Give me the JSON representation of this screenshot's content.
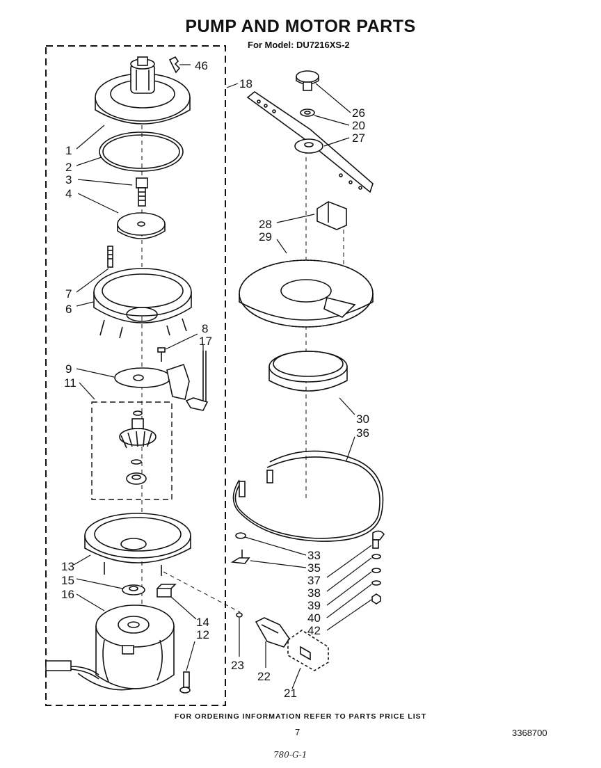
{
  "header": {
    "title": "PUMP AND MOTOR PARTS",
    "model_line": "For Model: DU7216XS-2"
  },
  "callouts": {
    "c1": "1",
    "c2": "2",
    "c3": "3",
    "c4": "4",
    "c6": "6",
    "c7": "7",
    "c8": "8",
    "c9": "9",
    "c11": "11",
    "c12": "12",
    "c13": "13",
    "c14": "14",
    "c15": "15",
    "c16": "16",
    "c17": "17",
    "c18": "18",
    "c20": "20",
    "c21": "21",
    "c22": "22",
    "c23": "23",
    "c26": "26",
    "c27": "27",
    "c28": "28",
    "c29": "29",
    "c30": "30",
    "c33": "33",
    "c35": "35",
    "c36": "36",
    "c37": "37",
    "c38": "38",
    "c39": "39",
    "c40": "40",
    "c42": "42",
    "c46": "46"
  },
  "footer": {
    "ordering_note": "FOR ORDERING INFORMATION REFER TO PARTS PRICE LIST",
    "page_number": "7",
    "document_number": "3368700",
    "handwritten_code": "780-G-1"
  }
}
